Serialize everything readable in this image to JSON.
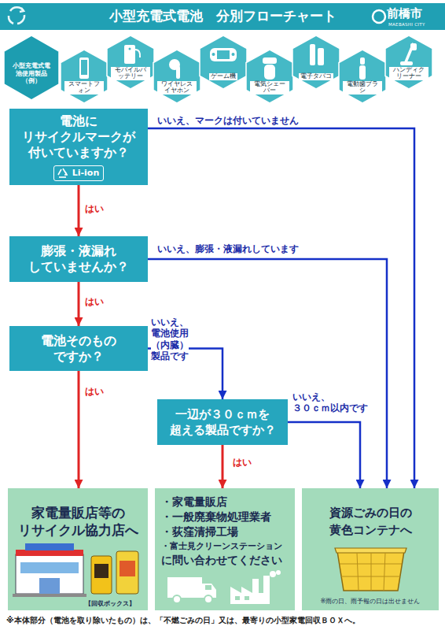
{
  "diagram": {
    "title": "小型充電式電池　分別フローチャート",
    "nodes": [
      {
        "text": [
          "小型充電式電池使用製品（例）"
        ]
      },
      {
        "text": [
          "スマートフォン"
        ]
      },
      {
        "text": [
          "モバイルバッテリー"
        ]
      },
      {
        "text": [
          "ワイヤレスイヤホン"
        ]
      },
      {
        "text": [
          "ゲーム機"
        ]
      },
      {
        "text": [
          "電気シェーバー"
        ]
      },
      {
        "text": [
          "電子タバコ"
        ]
      },
      {
        "text": [
          "電動歯ブラシ"
        ]
      },
      {
        "text": [
          "ハンディクリーナー"
        ]
      },
      {
        "text": [
          "電池に リサイクルマークが 付いていますか？",
          "Li-ion"
        ]
      },
      {
        "text": [
          "膨張・液漏れ していませんか？"
        ]
      },
      {
        "text": [
          "電池そのもの ですか？"
        ]
      },
      {
        "text": [
          "一辺が３０ｃｍを 超える製品ですか？"
        ]
      },
      {
        "text": [
          "家電量販店等の リサイクル協力店へ"
        ]
      },
      {
        "text": [
          "・家電量販店",
          "・一般廃棄物処理業者",
          "・荻窪清掃工場",
          "・富士見クリーンステーション",
          "に問い合わせてください"
        ]
      },
      {
        "text": [
          "資源ごみの日の 黄色コンテナへ",
          "※雨の日、雨予報の日は出せません"
        ]
      }
    ],
    "edges": [
      {
        "from": 9,
        "to": 10,
        "label": "はい",
        "arrow": "to"
      },
      {
        "from": 9,
        "to": 15,
        "label": "いいえ、マークは付いていません",
        "arrow": "to"
      },
      {
        "from": 10,
        "to": 11,
        "label": "はい",
        "arrow": "to"
      },
      {
        "from": 10,
        "to": 15,
        "label": "いいえ、膨張・液漏れしています",
        "arrow": "to"
      },
      {
        "from": 11,
        "to": 13,
        "label": "はい",
        "arrow": "to"
      },
      {
        "from": 11,
        "to": 12,
        "label": "いいえ、 電池使用（内臓）製品です",
        "arrow": "to"
      },
      {
        "from": 12,
        "to": 14,
        "label": "はい",
        "arrow": "to"
      },
      {
        "from": 12,
        "to": 15,
        "label": "いいえ、 ３０ｃｍ以内です",
        "arrow": "to"
      }
    ],
    "labels": [
      "前橋市",
      "MAEBASHI CITY",
      "【回収ボックス】",
      "※本体部分（電池を取り除いたもの）は、「不燃ごみの日」又は、最寄りの小型家電回収ＢＯＸへ。"
    ]
  }
}
